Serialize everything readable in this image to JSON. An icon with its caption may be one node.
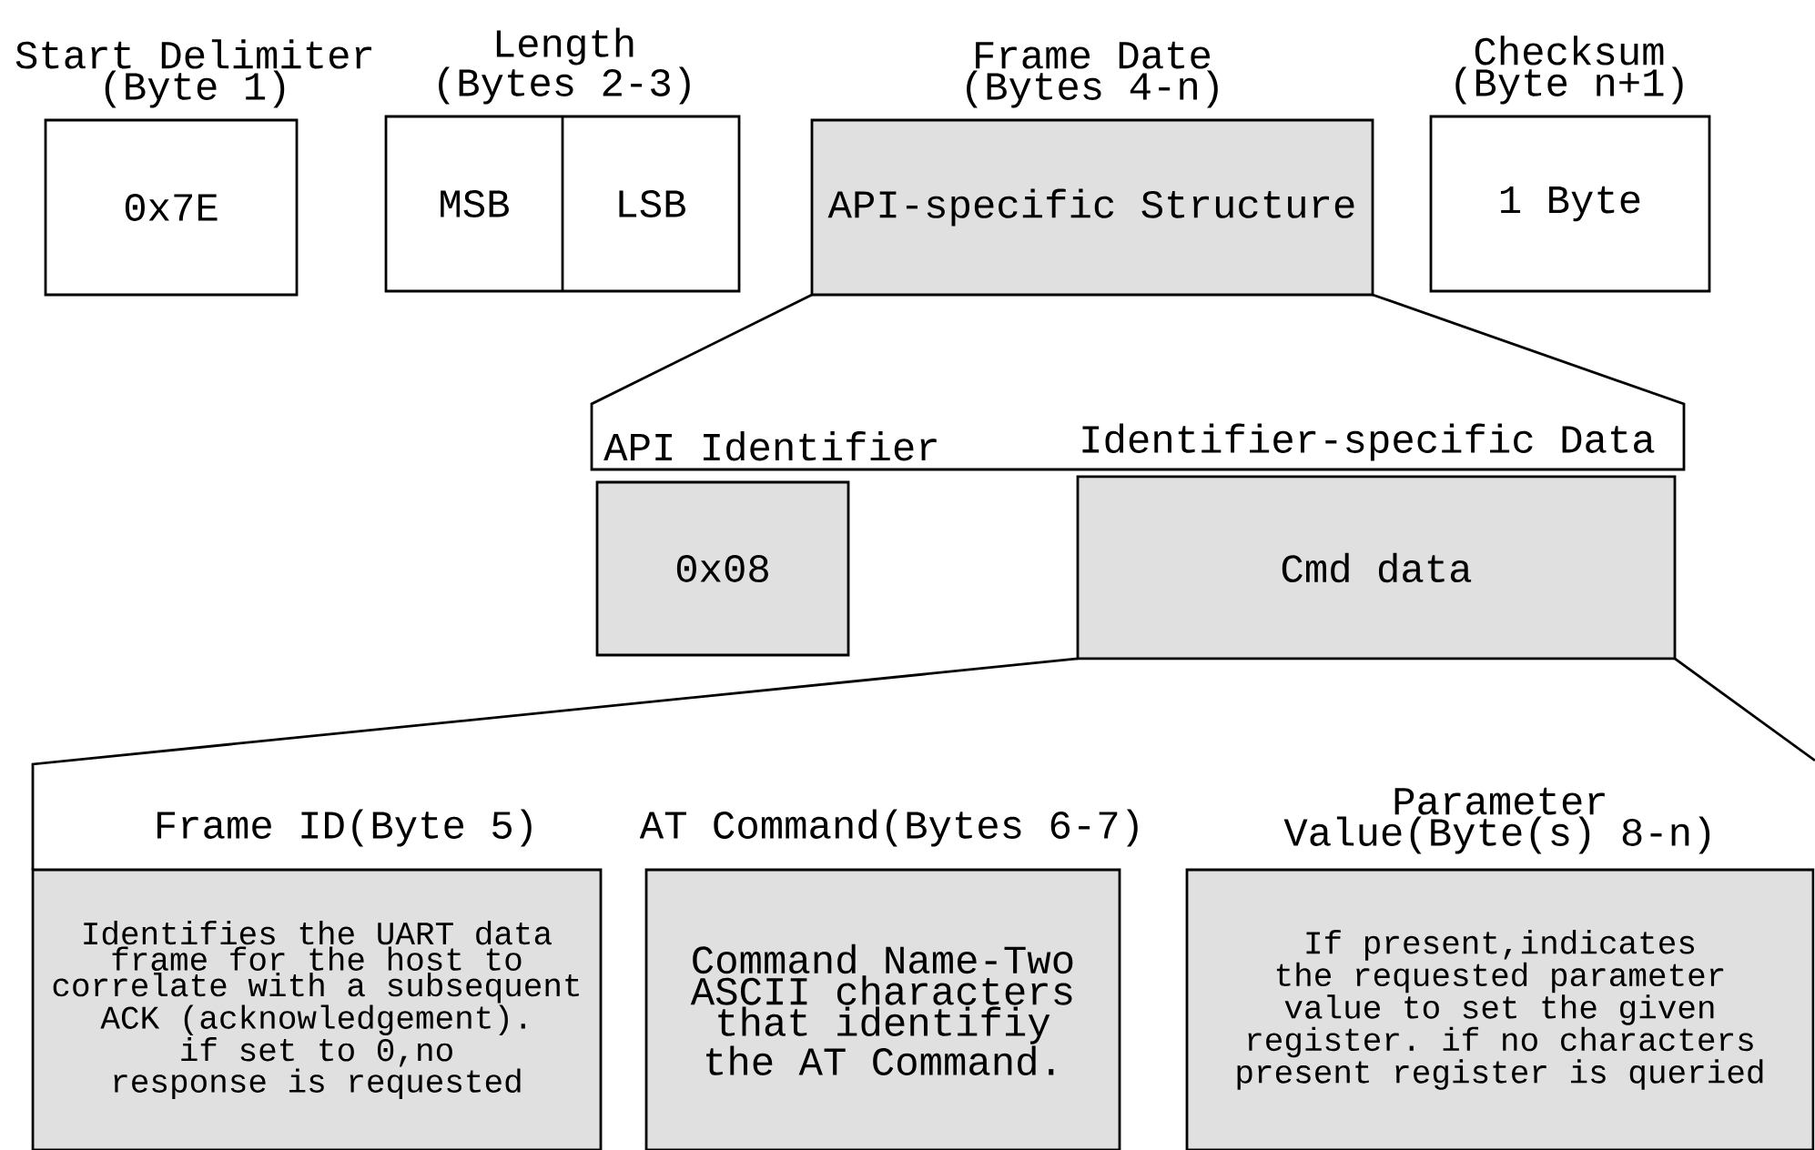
{
  "diagram": {
    "nodes": [
      {
        "text": [
          "Start Delimiter (Byte 1)",
          "0x7E"
        ]
      },
      {
        "text": [
          "Length (Bytes 2-3)"
        ]
      },
      {
        "text": [
          "MSB"
        ],
        "in": 1
      },
      {
        "text": [
          "LSB"
        ],
        "in": 1
      },
      {
        "text": [
          "Frame Date (Bytes 4-n)",
          "API-specific Structure"
        ]
      },
      {
        "text": [
          "Checksum (Byte n+1)",
          "1 Byte"
        ]
      },
      {
        "text": [
          "API Identifier",
          "0x08"
        ]
      },
      {
        "text": [
          "Identifier-specific Data",
          "Cmd data"
        ]
      },
      {
        "text": [
          "Frame ID(Byte 5)",
          "Identifies the UART data frame for the host to correlate with a subsequent ACK (acknowledgement). if set to 0,no response is requested"
        ]
      },
      {
        "text": [
          "AT Command(Bytes 6-7)",
          "Command Name-Two ASCII characters that identifiy the AT Command."
        ]
      },
      {
        "text": [
          "Parameter Value(Byte(s) 8-n)",
          "If present,indicates the requested parameter value to set the given register. if no characters present register is queried"
        ]
      }
    ]
  }
}
